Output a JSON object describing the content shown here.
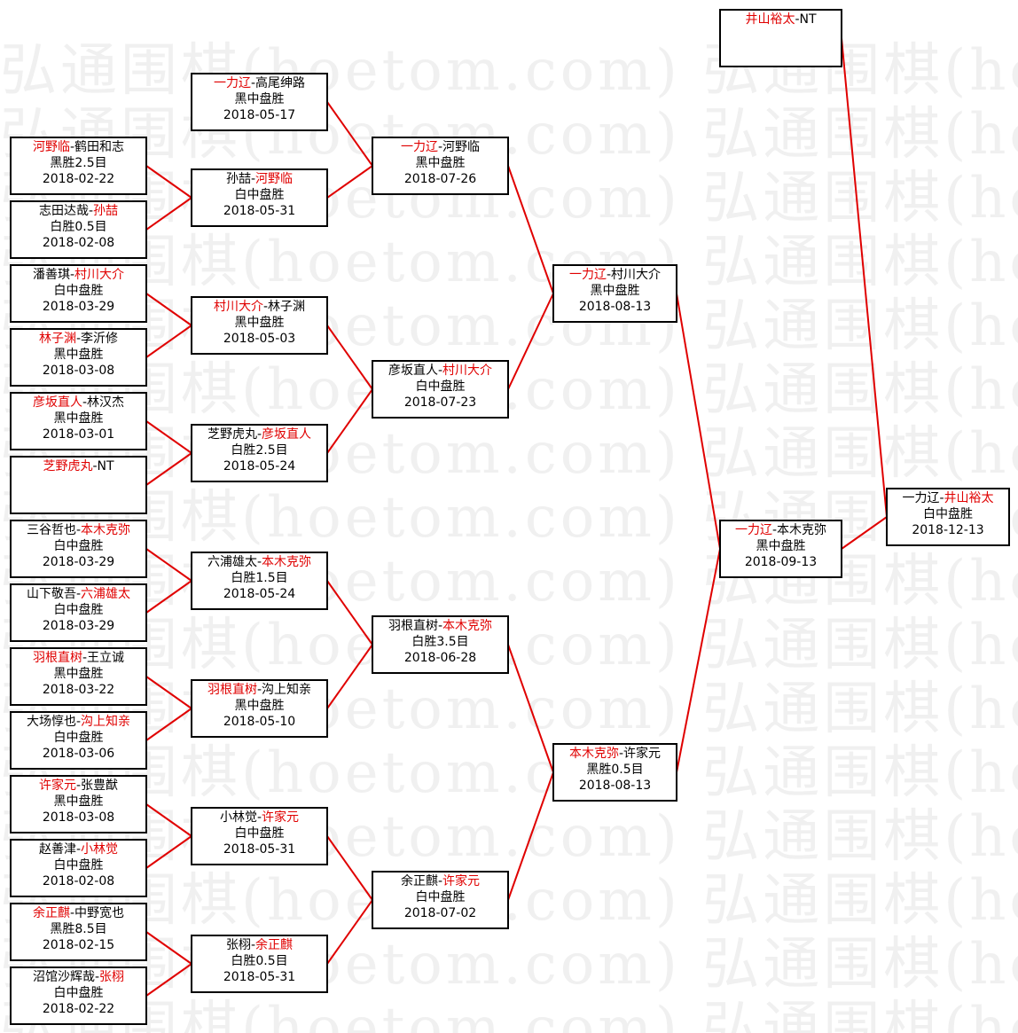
{
  "watermark": "弘通围棋(hoetom.com) 弘通围棋(hoetom.com)",
  "colors": {
    "winner": "#e00000",
    "line": "#e00000",
    "border": "#000000"
  },
  "matches": [
    {
      "p1": "河野临",
      "p2": "鹤田和志",
      "winner": 1,
      "result": "黑胜2.5目",
      "date": "2018-02-22"
    },
    {
      "p1": "志田达哉",
      "p2": "孙喆",
      "winner": 2,
      "result": "白胜0.5目",
      "date": "2018-02-08"
    },
    {
      "p1": "潘善琪",
      "p2": "村川大介",
      "winner": 2,
      "result": "白中盘胜",
      "date": "2018-03-29"
    },
    {
      "p1": "林子渊",
      "p2": "李沂修",
      "winner": 1,
      "result": "黑中盘胜",
      "date": "2018-03-08"
    },
    {
      "p1": "彦坂直人",
      "p2": "林汉杰",
      "winner": 1,
      "result": "黑中盘胜",
      "date": "2018-03-01"
    },
    {
      "p1": "芝野虎丸",
      "p2": "NT",
      "winner": 1,
      "result": "",
      "date": ""
    },
    {
      "p1": "三谷哲也",
      "p2": "本木克弥",
      "winner": 2,
      "result": "白中盘胜",
      "date": "2018-03-29"
    },
    {
      "p1": "山下敬吾",
      "p2": "六浦雄太",
      "winner": 2,
      "result": "白中盘胜",
      "date": "2018-03-29"
    },
    {
      "p1": "羽根直树",
      "p2": "王立诚",
      "winner": 1,
      "result": "黑中盘胜",
      "date": "2018-03-22"
    },
    {
      "p1": "大场惇也",
      "p2": "沟上知亲",
      "winner": 2,
      "result": "白中盘胜",
      "date": "2018-03-06"
    },
    {
      "p1": "许家元",
      "p2": "张豊猷",
      "winner": 1,
      "result": "黑中盘胜",
      "date": "2018-03-08"
    },
    {
      "p1": "赵善津",
      "p2": "小林觉",
      "winner": 2,
      "result": "白中盘胜",
      "date": "2018-02-08"
    },
    {
      "p1": "余正麒",
      "p2": "中野宽也",
      "winner": 1,
      "result": "黑胜8.5目",
      "date": "2018-02-15"
    },
    {
      "p1": "沼馆沙辉哉",
      "p2": "张栩",
      "winner": 2,
      "result": "白中盘胜",
      "date": "2018-02-22"
    },
    {
      "p1": "一力辽",
      "p2": "高尾绅路",
      "winner": 1,
      "result": "黑中盘胜",
      "date": "2018-05-17"
    },
    {
      "p1": "孙喆",
      "p2": "河野临",
      "winner": 2,
      "result": "白中盘胜",
      "date": "2018-05-31"
    },
    {
      "p1": "村川大介",
      "p2": "林子渊",
      "winner": 1,
      "result": "黑中盘胜",
      "date": "2018-05-03"
    },
    {
      "p1": "芝野虎丸",
      "p2": "彦坂直人",
      "winner": 2,
      "result": "白胜2.5目",
      "date": "2018-05-24"
    },
    {
      "p1": "六浦雄太",
      "p2": "本木克弥",
      "winner": 2,
      "result": "白胜1.5目",
      "date": "2018-05-24"
    },
    {
      "p1": "羽根直树",
      "p2": "沟上知亲",
      "winner": 1,
      "result": "黑中盘胜",
      "date": "2018-05-10"
    },
    {
      "p1": "小林觉",
      "p2": "许家元",
      "winner": 2,
      "result": "白中盘胜",
      "date": "2018-05-31"
    },
    {
      "p1": "张栩",
      "p2": "余正麒",
      "winner": 2,
      "result": "白胜0.5目",
      "date": "2018-05-31"
    },
    {
      "p1": "一力辽",
      "p2": "河野临",
      "winner": 1,
      "result": "黑中盘胜",
      "date": "2018-07-26"
    },
    {
      "p1": "彦坂直人",
      "p2": "村川大介",
      "winner": 2,
      "result": "白中盘胜",
      "date": "2018-07-23"
    },
    {
      "p1": "羽根直树",
      "p2": "本木克弥",
      "winner": 2,
      "result": "白胜3.5目",
      "date": "2018-06-28"
    },
    {
      "p1": "余正麒",
      "p2": "许家元",
      "winner": 2,
      "result": "白中盘胜",
      "date": "2018-07-02"
    },
    {
      "p1": "一力辽",
      "p2": "村川大介",
      "winner": 1,
      "result": "黑中盘胜",
      "date": "2018-08-13"
    },
    {
      "p1": "本木克弥",
      "p2": "许家元",
      "winner": 1,
      "result": "黑胜0.5目",
      "date": "2018-08-13"
    },
    {
      "p1": "一力辽",
      "p2": "本木克弥",
      "winner": 1,
      "result": "黑中盘胜",
      "date": "2018-09-13"
    },
    {
      "p1": "井山裕太",
      "p2": "NT",
      "winner": 1,
      "result": "",
      "date": ""
    },
    {
      "p1": "一力辽",
      "p2": "井山裕太",
      "winner": 2,
      "result": "白中盘胜",
      "date": "2018-12-13"
    }
  ]
}
